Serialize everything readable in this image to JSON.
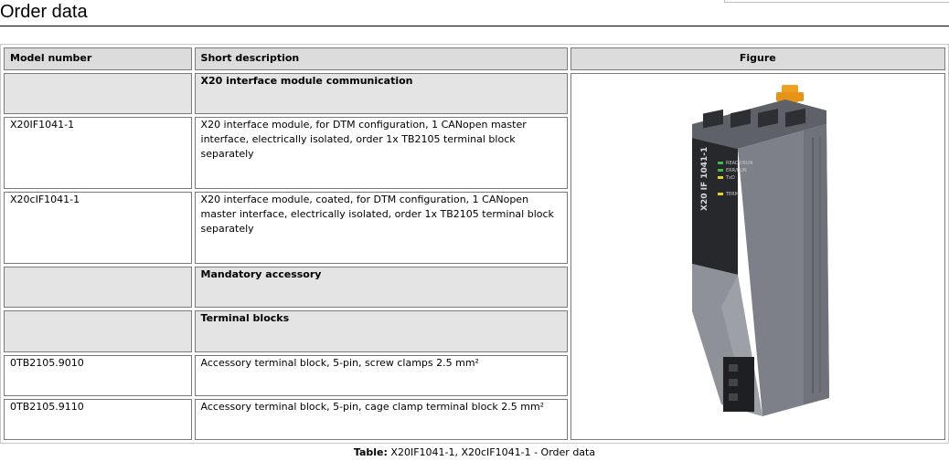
{
  "page": {
    "heading": "Order data"
  },
  "table": {
    "headers": {
      "model": "Model number",
      "description": "Short description",
      "figure": "Figure"
    },
    "rows": [
      {
        "type": "group",
        "model": "",
        "description": "X20 interface module communication"
      },
      {
        "type": "item",
        "model": "X20IF1041-1",
        "description": "X20 interface module, for DTM configuration, 1 CANopen master interface, electrically isolated, order 1x TB2105 terminal block separately"
      },
      {
        "type": "item",
        "model": "X20cIF1041-1",
        "description": "X20 interface module, coated, for DTM configuration, 1 CANopen master interface, electrically isolated, order 1x TB2105 terminal block separately"
      },
      {
        "type": "group",
        "model": "",
        "description": "Mandatory accessory"
      },
      {
        "type": "group",
        "model": "",
        "description": "Terminal blocks"
      },
      {
        "type": "item",
        "model": "0TB2105.9010",
        "description": "Accessory terminal block, 5-pin, screw clamps 2.5 mm²"
      },
      {
        "type": "item",
        "model": "0TB2105.9110",
        "description": "Accessory terminal block, 5-pin, cage clamp terminal block 2.5 mm²"
      }
    ],
    "figure": {
      "module_label": "X20 IF 1041-1",
      "leds": [
        {
          "label": "READY/RUN",
          "color": "#3fbf3f"
        },
        {
          "label": "ERR/RUN",
          "color": "#3fbf3f"
        },
        {
          "label": "TxD",
          "color": "#e8d020"
        },
        {
          "label": "TERM",
          "color": "#e8d020"
        }
      ]
    }
  },
  "caption": {
    "label": "Table:",
    "text": "X20IF1041-1, X20cIF1041-1 - Order data"
  }
}
